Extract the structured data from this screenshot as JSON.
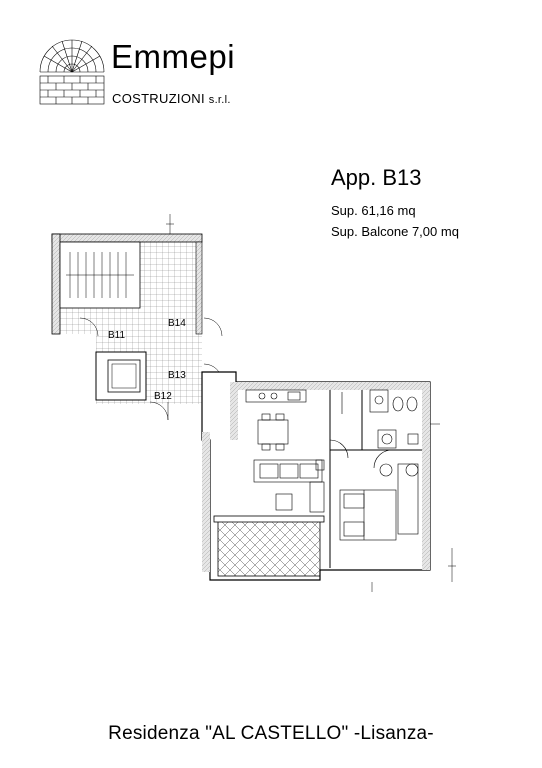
{
  "header": {
    "brand_name": "Emmepi",
    "brand_sub_main": "COSTRUZIONI",
    "brand_sub_suffix": "s.r.l.",
    "logo_icon": "spiral-staircase-logo-icon"
  },
  "apartment": {
    "title": "App. B13",
    "surface": "Sup. 61,16 mq",
    "balcony": "Sup. Balcone 7,00 mq"
  },
  "plan": {
    "labels": {
      "b11": "B11",
      "b12": "B12",
      "b13": "B13",
      "b14": "B14"
    }
  },
  "footer": {
    "text": "Residenza \"AL CASTELLO\" -Lisanza-"
  }
}
